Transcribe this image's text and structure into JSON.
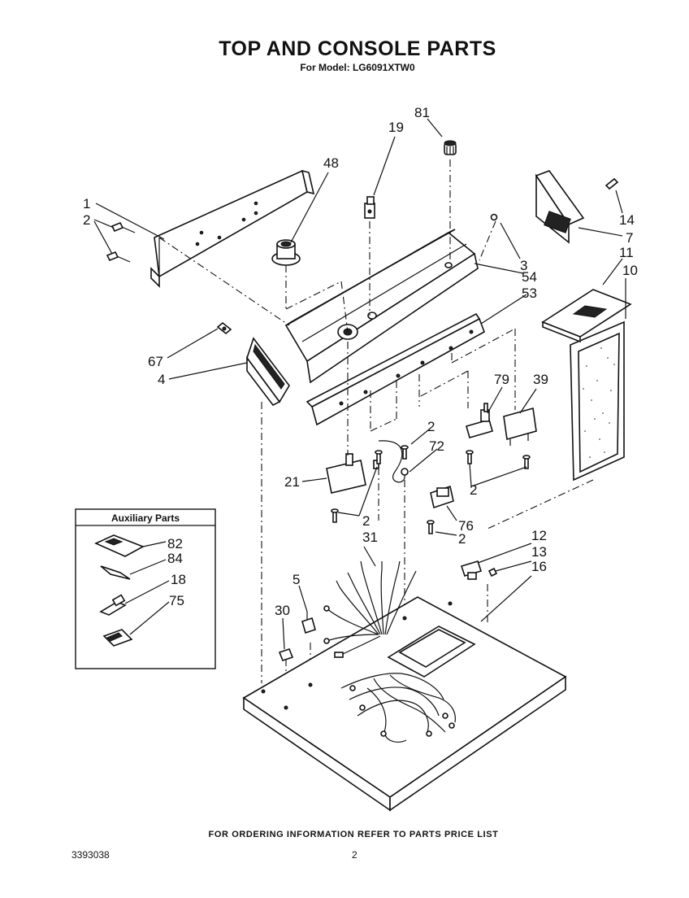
{
  "header": {
    "title": "TOP AND CONSOLE PARTS",
    "subtitle": "For Model: LG6091XTW0"
  },
  "callouts": {
    "c1": "1",
    "c2a": "2",
    "c48": "48",
    "c19": "19",
    "c81": "81",
    "c14": "14",
    "c7": "7",
    "c3": "3",
    "c54": "54",
    "c53": "53",
    "c11": "11",
    "c10": "10",
    "c67": "67",
    "c4": "4",
    "c79": "79",
    "c39": "39",
    "c2b": "2",
    "c72": "72",
    "c21": "21",
    "c2c": "2",
    "c2d": "2",
    "c76": "76",
    "c2e": "2",
    "c31": "31",
    "c12": "12",
    "c13": "13",
    "c16": "16",
    "c5": "5",
    "c30": "30"
  },
  "auxiliary": {
    "title": "Auxiliary Parts",
    "items": [
      "82",
      "84",
      "18",
      "75"
    ]
  },
  "footer": {
    "note": "FOR ORDERING INFORMATION REFER TO PARTS PRICE LIST",
    "doc_number": "3393038",
    "page_number": "2"
  }
}
